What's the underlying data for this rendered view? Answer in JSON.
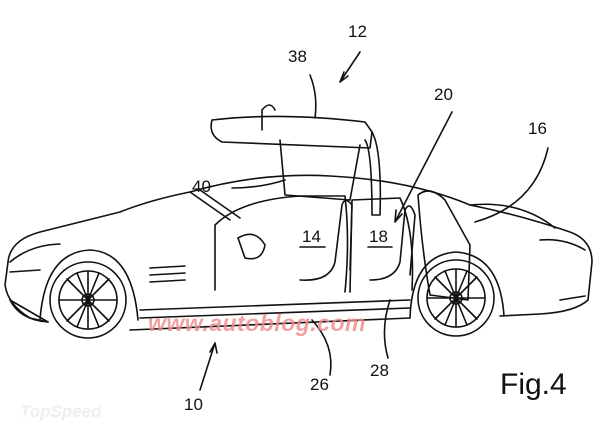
{
  "figure": {
    "caption": "Fig.4",
    "reference_numerals": {
      "n12": "12",
      "n38": "38",
      "n20": "20",
      "n16": "16",
      "n40": "40",
      "n14": "14",
      "n18": "18",
      "n28": "28",
      "n26": "26",
      "n10": "10"
    }
  },
  "watermarks": {
    "main": "www.autoblog.com",
    "corner": "TopSpeed"
  }
}
